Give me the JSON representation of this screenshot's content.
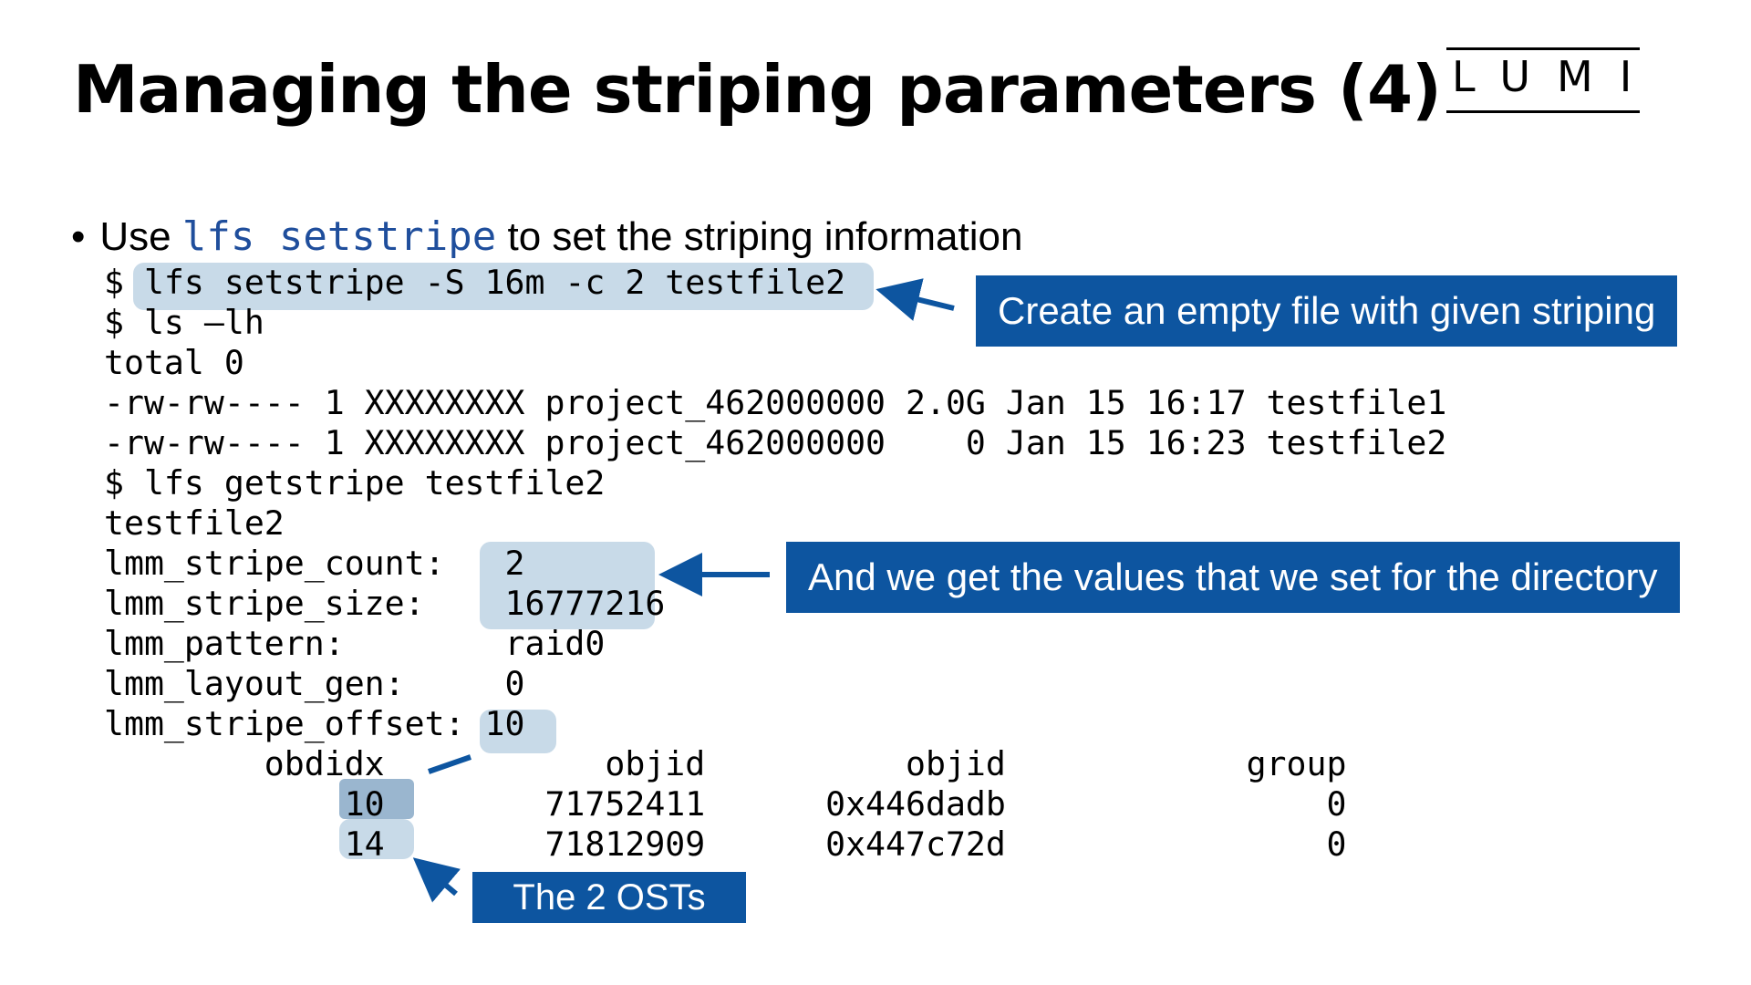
{
  "title": "Managing the striping parameters (4)",
  "logo_text": "LUMI",
  "bullet": {
    "dot": "•",
    "prefix": "Use",
    "command": "lfs setstripe",
    "suffix": "to set the striping information"
  },
  "terminal": {
    "lines": [
      "$ lfs setstripe -S 16m -c 2 testfile2",
      "$ ls –lh",
      "total 0",
      "-rw-rw---- 1 XXXXXXXX project_462000000 2.0G Jan 15 16:17 testfile1",
      "-rw-rw---- 1 XXXXXXXX project_462000000    0 Jan 15 16:23 testfile2",
      "$ lfs getstripe testfile2",
      "testfile2",
      "lmm_stripe_count:   2",
      "lmm_stripe_size:    16777216",
      "lmm_pattern:        raid0",
      "lmm_layout_gen:     0",
      "lmm_stripe_offset: 10",
      "        obdidx           objid          objid            group",
      "            10        71752411      0x446dadb                0",
      "            14        71812909      0x447c72d                0"
    ]
  },
  "callouts": {
    "create": "Create an empty file with given striping",
    "values": "And we get the values that we set for the directory",
    "osts": "The 2 OSTs"
  },
  "colors": {
    "callout_bg": "#0d55a0",
    "highlight": "#c8dae8",
    "highlight_dark": "#9ab6cf",
    "command_text": "#1f4e9c"
  }
}
